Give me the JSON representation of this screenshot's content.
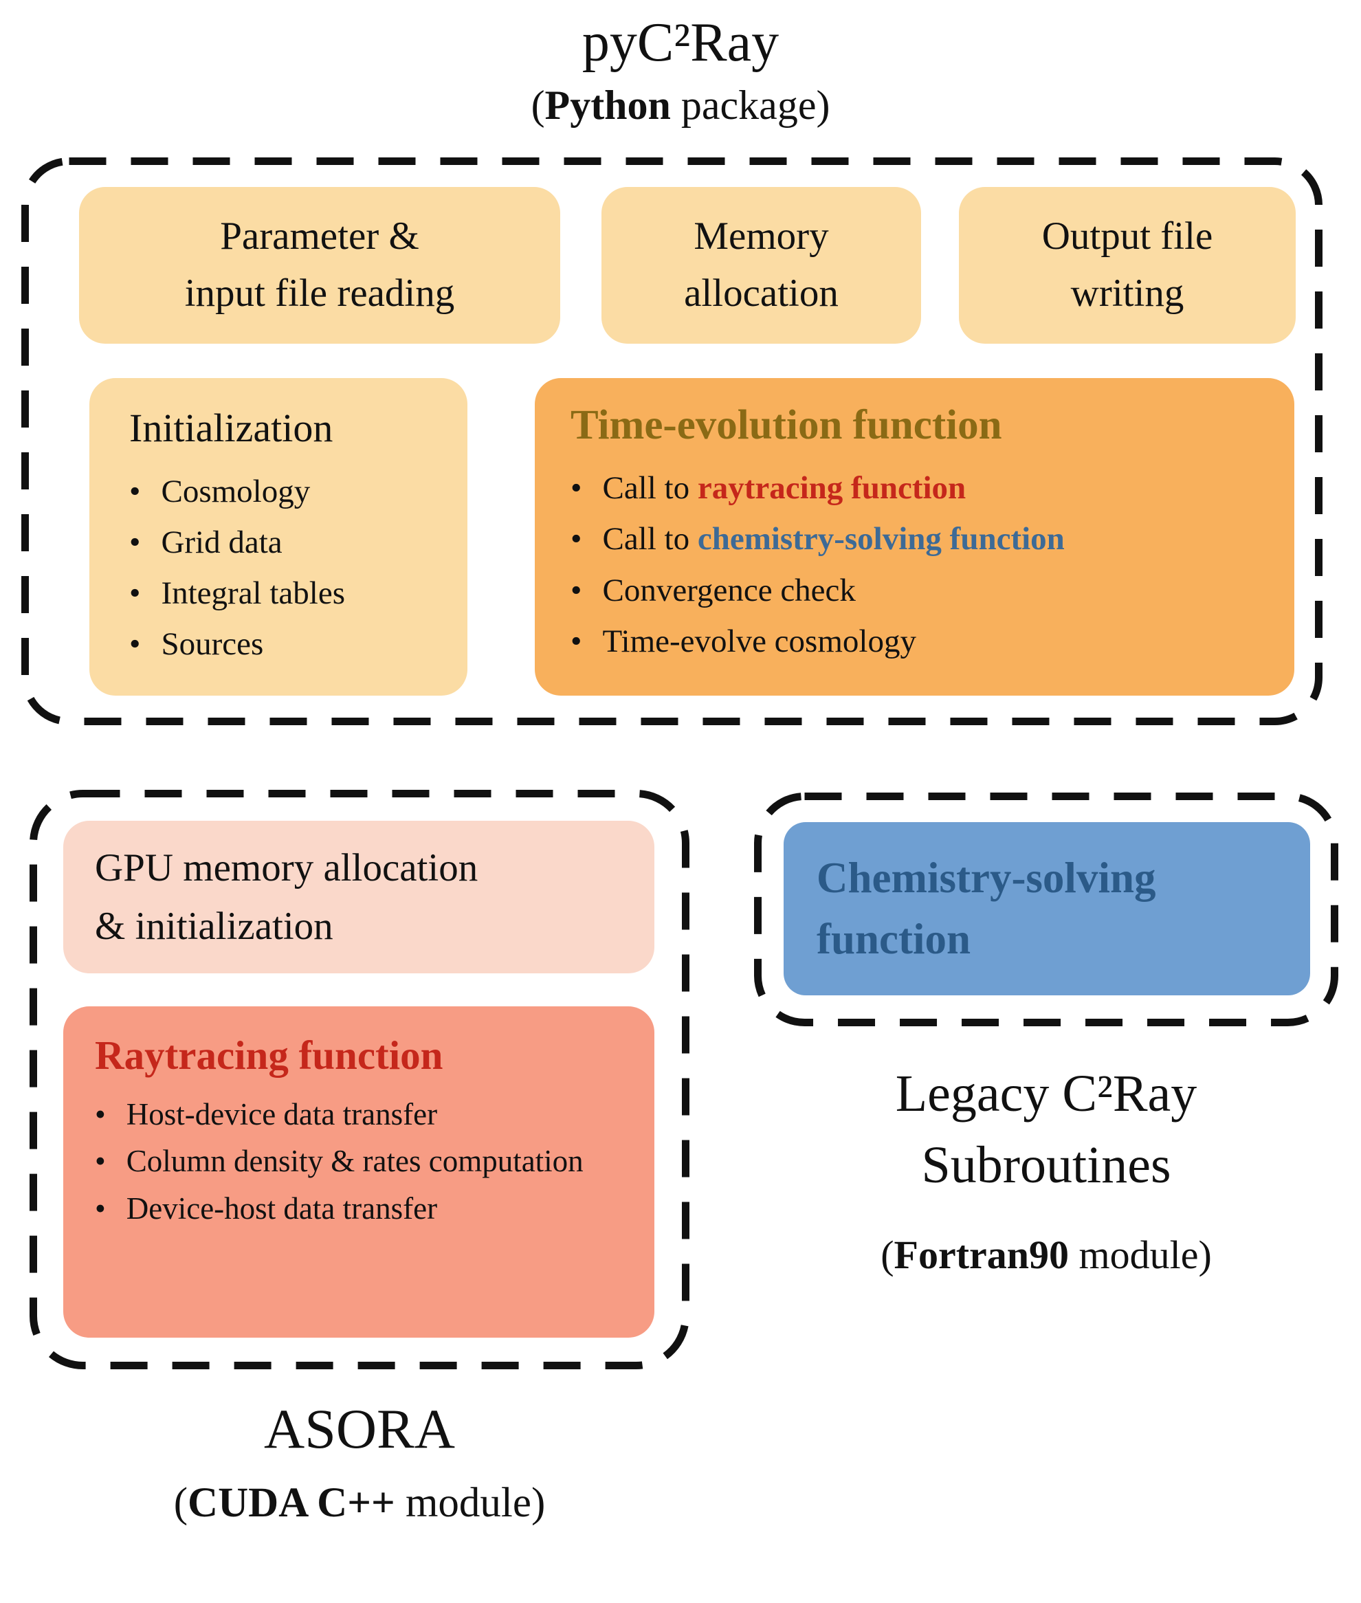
{
  "header": {
    "title": "pyC²Ray",
    "subtitle_prefix": "(",
    "subtitle_bold": "Python",
    "subtitle_suffix": " package)"
  },
  "python_panel": {
    "param_box": {
      "line1": "Parameter &",
      "line2": "input file reading"
    },
    "memory_box": {
      "line1": "Memory",
      "line2": "allocation"
    },
    "output_box": {
      "line1": "Output file",
      "line2": "writing"
    },
    "init_box": {
      "title": "Initialization",
      "bullets": [
        "Cosmology",
        "Grid data",
        "Integral tables",
        "Sources"
      ]
    },
    "time_evolution_box": {
      "title": "Time-evolution function",
      "bullet1_prefix": "Call to ",
      "bullet1_highlight": "raytracing function",
      "bullet2_prefix": "Call to ",
      "bullet2_highlight": "chemistry-solving function",
      "bullet3": "Convergence check",
      "bullet4": "Time-evolve cosmology"
    }
  },
  "asora_panel": {
    "gpu_box": {
      "line1": "GPU memory allocation",
      "line2": "& initialization"
    },
    "raytracing_box": {
      "title": "Raytracing function",
      "bullets": [
        "Host-device data transfer",
        "Column density & rates computation",
        "Device-host data transfer"
      ]
    },
    "caption_title": "ASORA",
    "caption_prefix": "(",
    "caption_bold": "CUDA C++",
    "caption_suffix": " module)"
  },
  "legacy_panel": {
    "chemistry_box": {
      "line1": "Chemistry-solving",
      "line2": "function"
    },
    "caption_line1": "Legacy C²Ray",
    "caption_line2": "Subroutines",
    "caption_prefix": "(",
    "caption_bold": "Fortran90",
    "caption_suffix": " module)"
  },
  "colors": {
    "light_orange": "#FBDCA4",
    "orange": "#F8B05C",
    "olive_title": "#8A6A15",
    "red_accent": "#C5271B",
    "blue_accent": "#3D6A96",
    "light_pink": "#FAD8CA",
    "salmon": "#F79C84",
    "blue_fill": "#6F9FD2",
    "blue_text": "#2B5A88",
    "border": "#111111"
  }
}
